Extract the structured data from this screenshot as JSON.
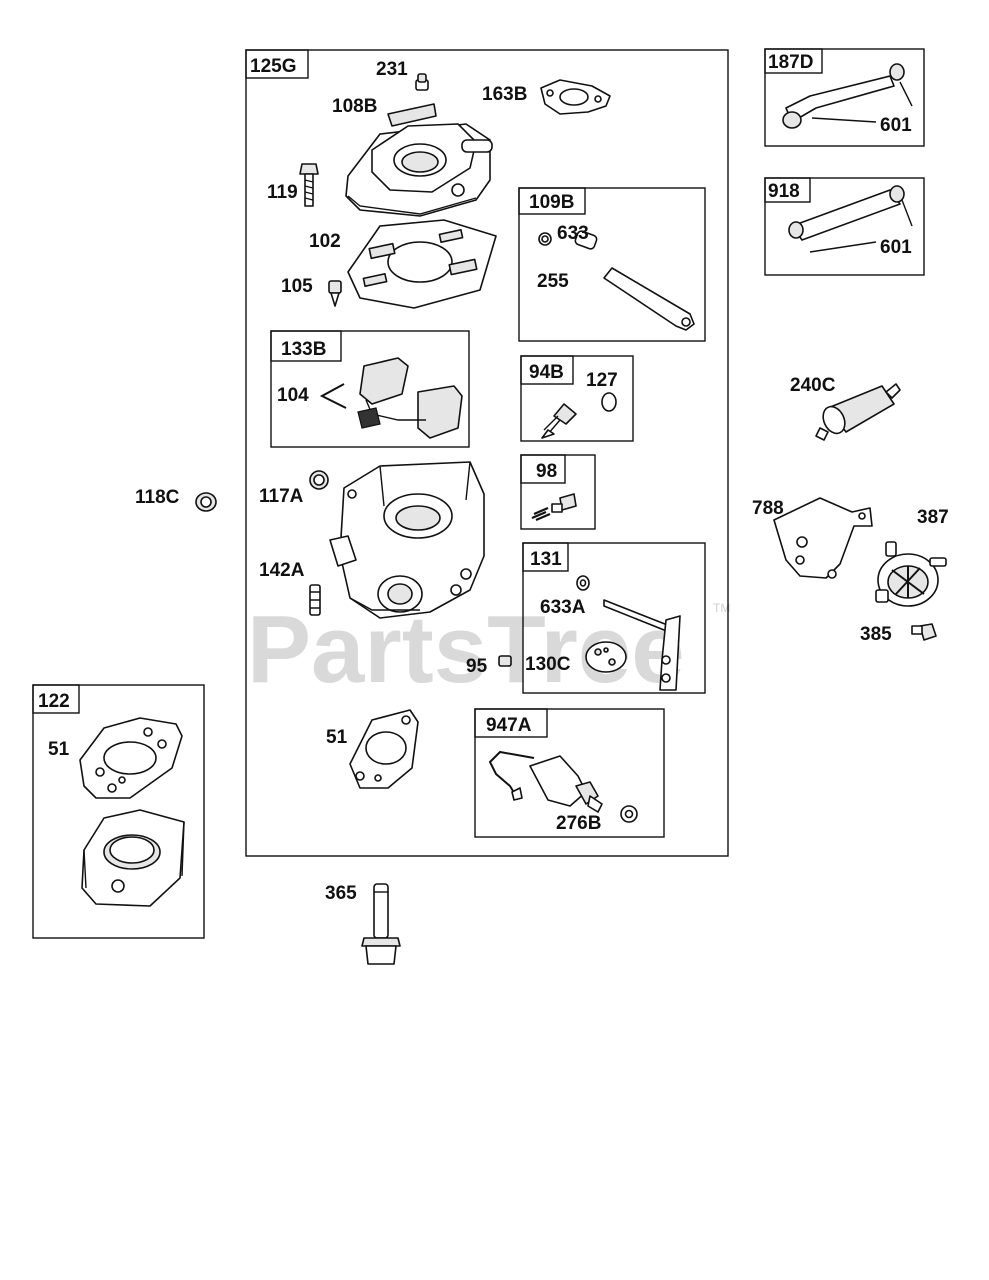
{
  "watermark": {
    "text": "PartsTree",
    "trademark": "TM"
  },
  "groups": {
    "g125G": "125G",
    "g187D": "187D",
    "g918": "918",
    "g109B": "109B",
    "g133B": "133B",
    "g94B": "94B",
    "g98": "98",
    "g131": "131",
    "g122": "122",
    "g947A": "947A"
  },
  "labels": {
    "p231": "231",
    "p108B": "108B",
    "p163B": "163B",
    "p119": "119",
    "p102": "102",
    "p105": "105",
    "p633": "633",
    "p255": "255",
    "p104": "104",
    "p127": "127",
    "p118C": "118C",
    "p117A": "117A",
    "p142A": "142A",
    "p633A": "633A",
    "p130C": "130C",
    "p95": "95",
    "p51a": "51",
    "p51b": "51",
    "p276B": "276B",
    "p365": "365",
    "p601a": "601",
    "p601b": "601",
    "p240C": "240C",
    "p788": "788",
    "p387": "387",
    "p385": "385"
  }
}
